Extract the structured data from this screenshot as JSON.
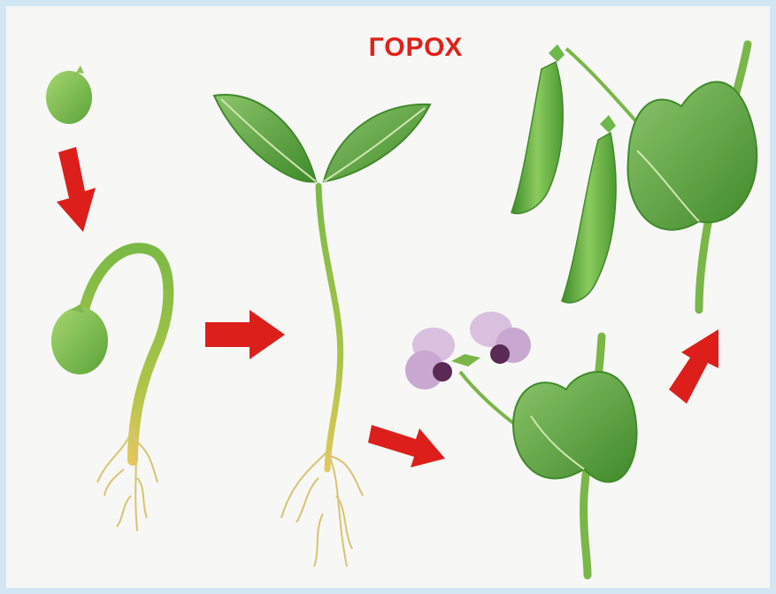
{
  "title": "ГОРОХ",
  "stages": [
    {
      "id": "seed",
      "icon": "pea-seed-icon"
    },
    {
      "id": "germinating-seed",
      "icon": "germinating-seed-icon"
    },
    {
      "id": "seedling",
      "icon": "seedling-icon"
    },
    {
      "id": "flowering-plant",
      "icon": "pea-flower-icon"
    },
    {
      "id": "pea-pods",
      "icon": "pea-pod-icon"
    }
  ],
  "colors": {
    "title": "#e0201a",
    "arrow": "#dc1f1b",
    "leaf": "#5ea83a",
    "leaf_dark": "#3f8a2a",
    "pod": "#6cb84a",
    "stem": "#7ab648",
    "root": "#d8c372",
    "flower": "#c8a8d0",
    "flower_dark": "#5a2a55",
    "background": "#f7f7f5"
  }
}
